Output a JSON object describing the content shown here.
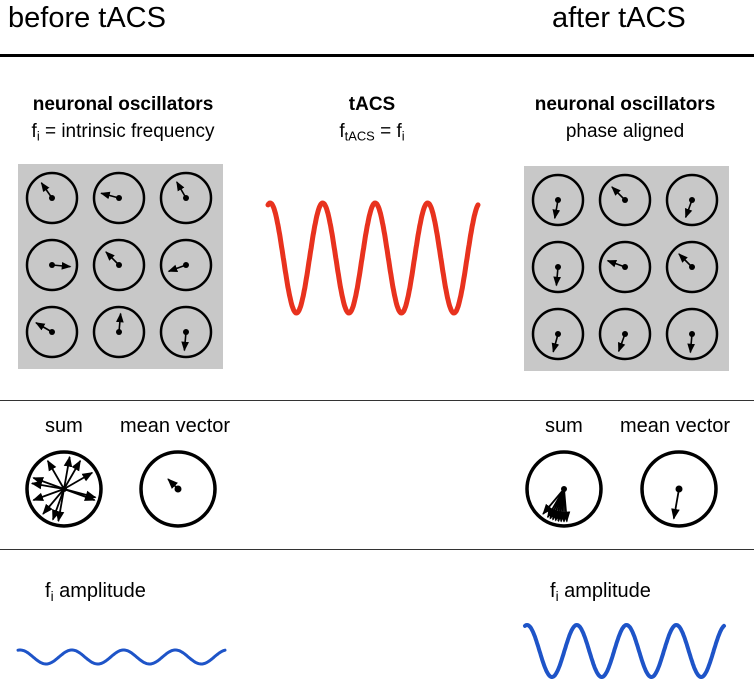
{
  "header": {
    "before": "before tACS",
    "after": "after tACS"
  },
  "before_panel": {
    "title": "neuronal oscillators",
    "subtitle_sym": "f",
    "subtitle_sub": "i",
    "subtitle_rest": " = intrinsic frequency",
    "phase_angles_deg": [
      235,
      195,
      240,
      5,
      225,
      160,
      210,
      275,
      95
    ]
  },
  "tacs_panel": {
    "title": "tACS",
    "formula_sym": "f",
    "formula_sub1": "tACS",
    "formula_mid": " = f",
    "formula_sub2": "i",
    "wave_color": "#e8321e",
    "cycles": 4
  },
  "after_panel": {
    "title": "neuronal oscillators",
    "subtitle": "phase aligned",
    "phase_angles_deg": [
      100,
      225,
      110,
      95,
      200,
      225,
      105,
      110,
      95
    ]
  },
  "summary_before": {
    "sum_label": "sum",
    "mean_label": "mean vector",
    "vector_angles_deg": [
      300,
      280,
      330,
      20,
      200,
      160,
      100,
      130,
      110,
      240,
      15,
      190
    ],
    "mean_angle_deg": 225
  },
  "summary_after": {
    "sum_label": "sum",
    "mean_label": "mean vector",
    "vector_angles_deg": [
      95,
      100,
      105,
      110,
      85,
      120,
      115,
      100,
      130,
      90
    ],
    "mean_angle_deg": 100
  },
  "amplitude_before": {
    "sym": "f",
    "sub": "i",
    "rest": " amplitude",
    "wave_color": "#1e54c8",
    "cycles": 4,
    "amplitude_level": "low"
  },
  "amplitude_after": {
    "sym": "f",
    "sub": "i",
    "rest": " amplitude",
    "wave_color": "#1e54c8",
    "cycles": 4,
    "amplitude_level": "high"
  }
}
